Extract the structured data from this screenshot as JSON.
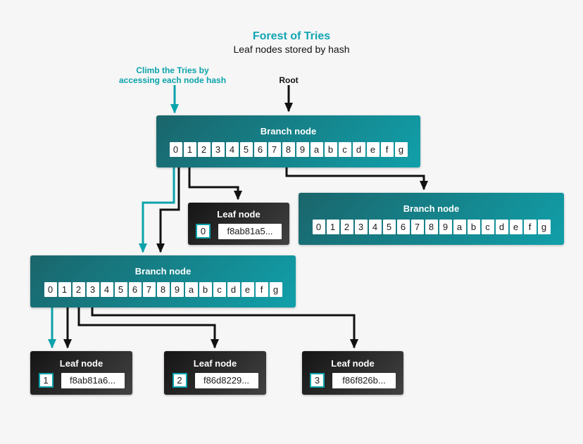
{
  "title": "Forest of Tries",
  "subtitle": "Leaf nodes stored by hash",
  "annotations": {
    "climb_label_line1": "Climb the Tries by",
    "climb_label_line2": "accessing each node hash",
    "root_label": "Root"
  },
  "hex_digits": [
    "0",
    "1",
    "2",
    "3",
    "4",
    "5",
    "6",
    "7",
    "8",
    "9",
    "a",
    "b",
    "c",
    "d",
    "e",
    "f",
    "g"
  ],
  "nodes": {
    "branch_top": {
      "label": "Branch node"
    },
    "branch_right": {
      "label": "Branch node"
    },
    "branch_left": {
      "label": "Branch node"
    },
    "leaf_hash0": {
      "label": "Leaf node",
      "index": "0",
      "hash": "f8ab81a5..."
    },
    "leaf_hash1": {
      "label": "Leaf node",
      "index": "1",
      "hash": "f8ab81a6..."
    },
    "leaf_hash2": {
      "label": "Leaf node",
      "index": "2",
      "hash": "f86d8229..."
    },
    "leaf_hash3": {
      "label": "Leaf node",
      "index": "3",
      "hash": "f86f826b..."
    }
  },
  "colors": {
    "background": "#f6f6f6",
    "accent": "#0ba3ab",
    "title_color": "#11a5b3",
    "edge_black": "#111111",
    "branch_grad_start": "#1a656b",
    "branch_grad_end": "#11a0aa",
    "leaf_grad_start": "#141414",
    "leaf_grad_end": "#424242",
    "cell_bg": "#ffffff",
    "text_dark": "#1a1a1a"
  }
}
